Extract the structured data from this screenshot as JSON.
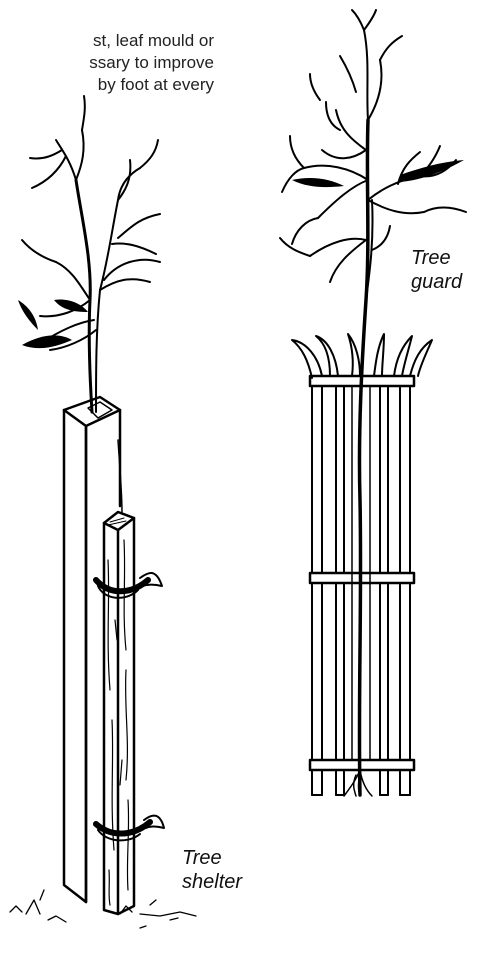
{
  "text_fragment": {
    "lines": [
      "st, leaf mould or",
      "ssary to improve",
      "by foot at every"
    ]
  },
  "labels": {
    "tree_guard": [
      "Tree",
      "guard"
    ],
    "tree_shelter": [
      "Tree",
      "shelter"
    ]
  }
}
